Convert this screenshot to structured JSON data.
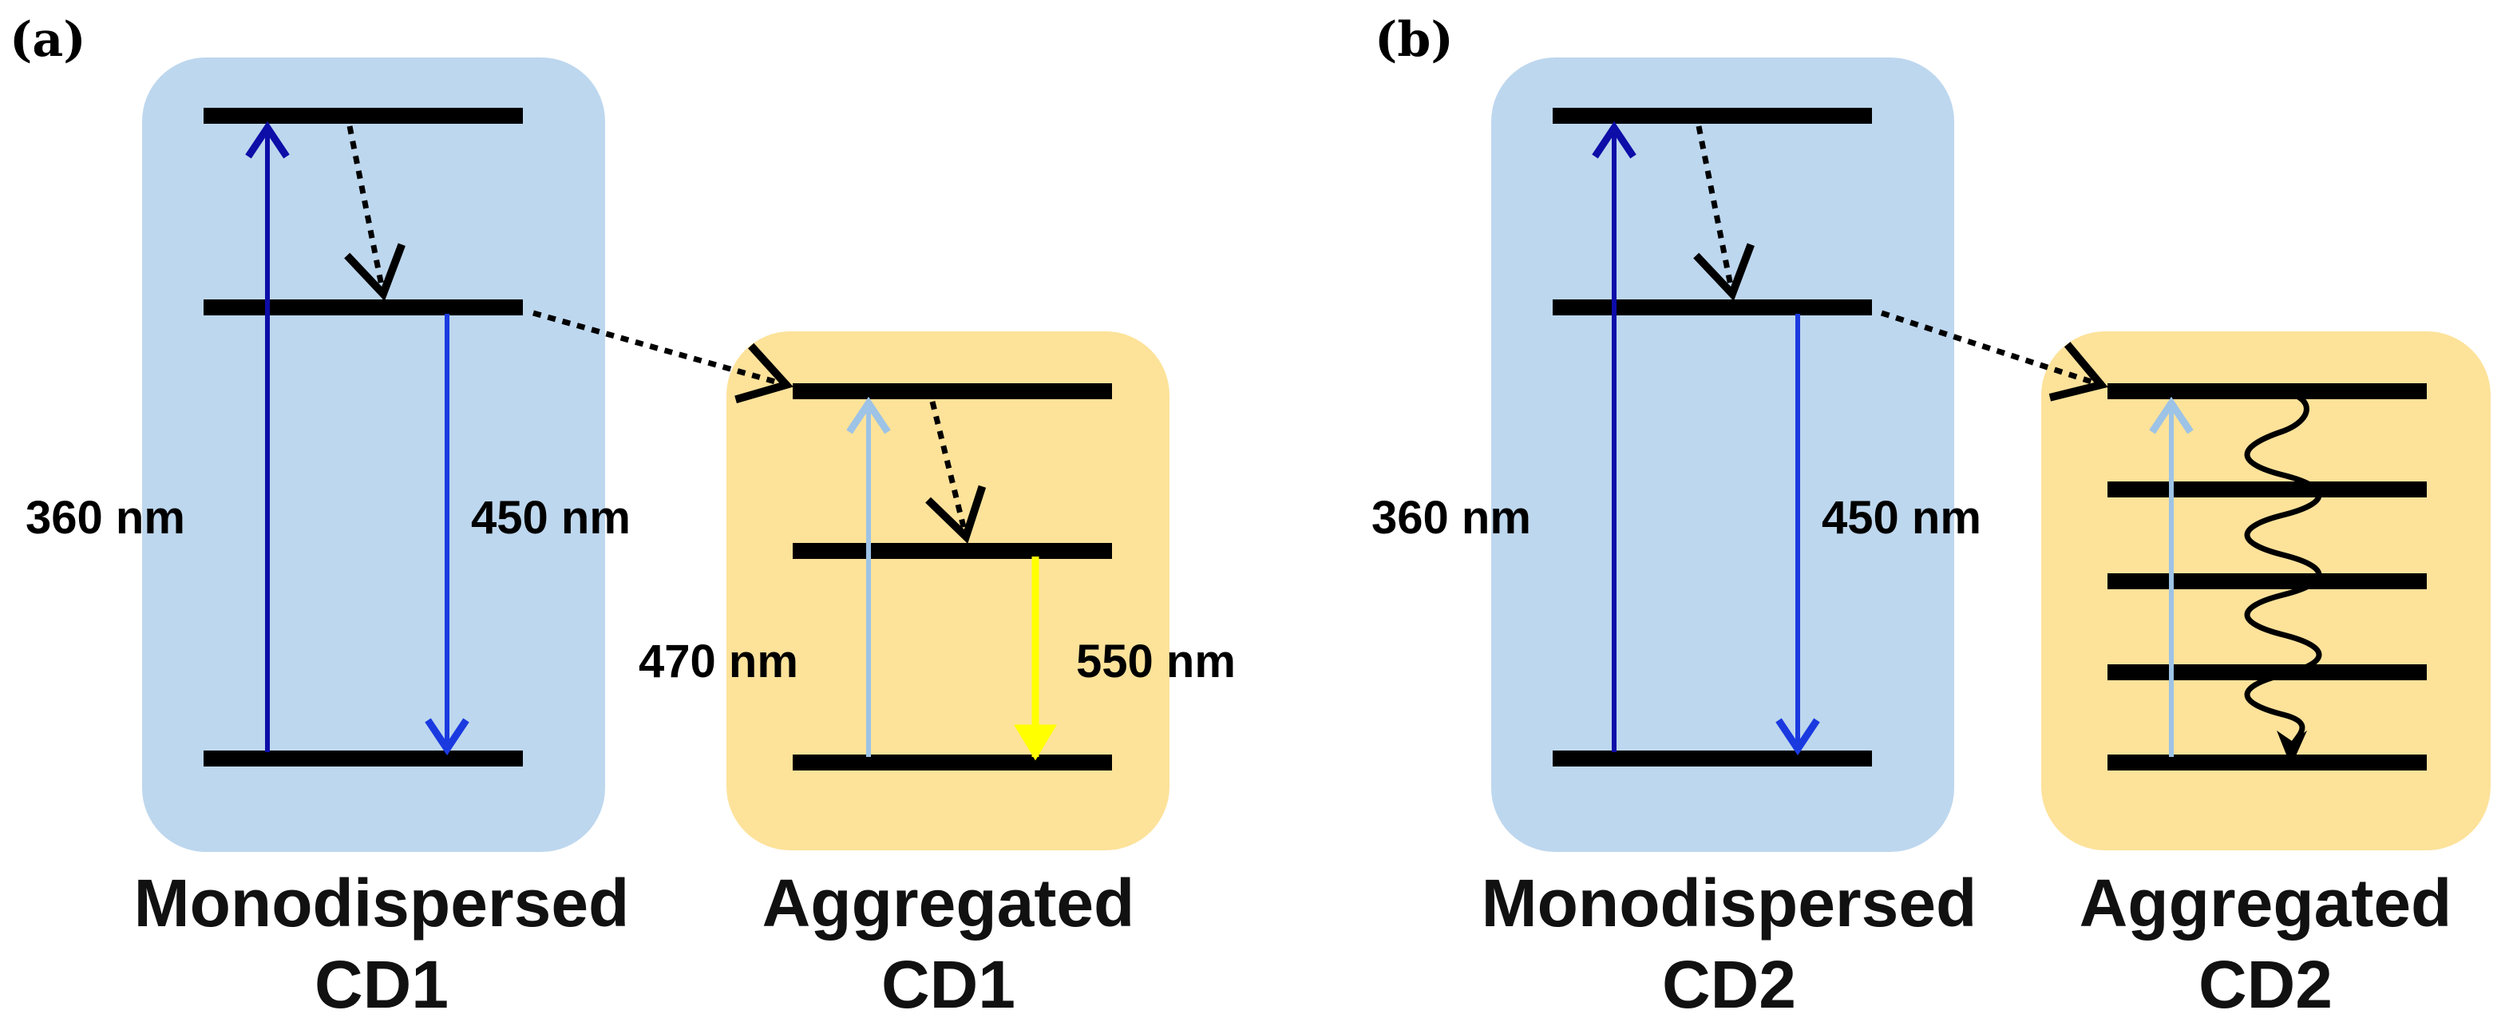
{
  "panels": [
    {
      "id": "a",
      "label": "(a)",
      "mono_excitation": "360 nm",
      "mono_emission": "450 nm",
      "agg_excitation": "470 nm",
      "agg_emission": "550 nm",
      "mono_caption_line1": "Monodispersed",
      "mono_caption_line2": "CD1",
      "agg_caption_line1": "Aggregated",
      "agg_caption_line2": "CD1"
    },
    {
      "id": "b",
      "label": "(b)",
      "mono_excitation": "360 nm",
      "mono_emission": "450 nm",
      "mono_caption_line1": "Monodispersed",
      "mono_caption_line2": "CD2",
      "agg_caption_line1": "Aggregated",
      "agg_caption_line2": "CD2"
    }
  ],
  "colors": {
    "mono_box": "#bdd7ee",
    "agg_box": "#fde29a",
    "excitation_arrow": "#0d0da8",
    "emission_arrow": "#1a3ae0",
    "agg_excitation_arrow": "#9dc3e6",
    "agg_emission_arrow": "#ffff00"
  }
}
